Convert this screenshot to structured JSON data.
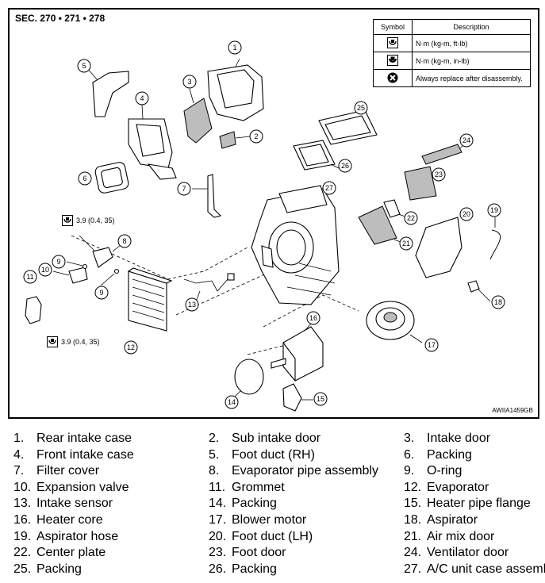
{
  "section": "SEC. 270 • 271 • 278",
  "figure_code": "AWIIA1459GB",
  "legend": {
    "headers": [
      "Symbol",
      "Description"
    ],
    "rows": [
      {
        "icon": "torque-kgm-icon",
        "description": "N·m (kg-m, ft-lb)"
      },
      {
        "icon": "torque-kgm-inlb-icon",
        "description": "N·m (kg-m, in-lb)"
      },
      {
        "icon": "replace-x-icon",
        "description": "Always replace after disassembly."
      }
    ]
  },
  "torque_specs": [
    {
      "icon": "torque-kgm-icon",
      "value": "3.9 (0.4, 35)"
    },
    {
      "icon": "torque-kgm-icon",
      "value": "3.9 (0.4, 35)"
    }
  ],
  "callouts": [
    "1",
    "2",
    "3",
    "4",
    "5",
    "6",
    "7",
    "8",
    "9",
    "9",
    "10",
    "11",
    "12",
    "13",
    "14",
    "15",
    "16",
    "17",
    "18",
    "19",
    "20",
    "21",
    "22",
    "23",
    "24",
    "25",
    "26",
    "27"
  ],
  "parts": [
    {
      "num": "1.",
      "name": "Rear intake case"
    },
    {
      "num": "2.",
      "name": "Sub intake door"
    },
    {
      "num": "3.",
      "name": "Intake door"
    },
    {
      "num": "4.",
      "name": "Front intake case"
    },
    {
      "num": "5.",
      "name": "Foot duct (RH)"
    },
    {
      "num": "6.",
      "name": "Packing"
    },
    {
      "num": "7.",
      "name": "Filter cover"
    },
    {
      "num": "8.",
      "name": "Evaporator pipe assembly"
    },
    {
      "num": "9.",
      "name": "O-ring"
    },
    {
      "num": "10.",
      "name": "Expansion valve"
    },
    {
      "num": "11.",
      "name": "Grommet"
    },
    {
      "num": "12.",
      "name": "Evaporator"
    },
    {
      "num": "13.",
      "name": "Intake sensor"
    },
    {
      "num": "14.",
      "name": "Packing"
    },
    {
      "num": "15.",
      "name": "Heater pipe flange"
    },
    {
      "num": "16.",
      "name": "Heater core"
    },
    {
      "num": "17.",
      "name": "Blower motor"
    },
    {
      "num": "18.",
      "name": "Aspirator"
    },
    {
      "num": "19.",
      "name": "Aspirator hose"
    },
    {
      "num": "20.",
      "name": "Foot duct (LH)"
    },
    {
      "num": "21.",
      "name": "Air mix door"
    },
    {
      "num": "22.",
      "name": "Center plate"
    },
    {
      "num": "23.",
      "name": "Foot door"
    },
    {
      "num": "24.",
      "name": "Ventilator door"
    },
    {
      "num": "25.",
      "name": "Packing"
    },
    {
      "num": "26.",
      "name": "Packing"
    },
    {
      "num": "27.",
      "name": "A/C unit case assembly"
    }
  ]
}
